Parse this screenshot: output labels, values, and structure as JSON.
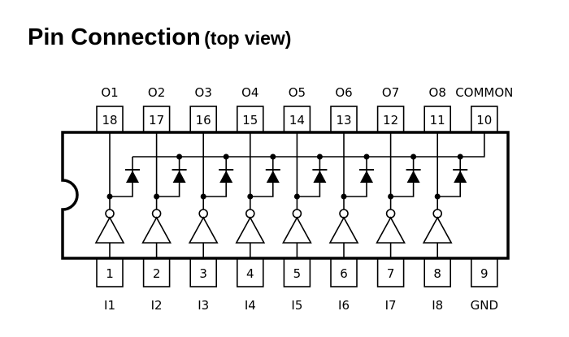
{
  "title": {
    "main": "Pin Connection",
    "sub": "(top view)"
  },
  "top_pins": [
    {
      "number": "18",
      "label": "O1"
    },
    {
      "number": "17",
      "label": "O2"
    },
    {
      "number": "16",
      "label": "O3"
    },
    {
      "number": "15",
      "label": "O4"
    },
    {
      "number": "14",
      "label": "O5"
    },
    {
      "number": "13",
      "label": "O6"
    },
    {
      "number": "12",
      "label": "O7"
    },
    {
      "number": "11",
      "label": "O8"
    },
    {
      "number": "10",
      "label": "COMMON"
    }
  ],
  "bottom_pins": [
    {
      "number": "1",
      "label": "I1"
    },
    {
      "number": "2",
      "label": "I2"
    },
    {
      "number": "3",
      "label": "I3"
    },
    {
      "number": "4",
      "label": "I4"
    },
    {
      "number": "5",
      "label": "I5"
    },
    {
      "number": "6",
      "label": "I6"
    },
    {
      "number": "7",
      "label": "I7"
    },
    {
      "number": "8",
      "label": "I8"
    },
    {
      "number": "9",
      "label": "GND"
    }
  ]
}
